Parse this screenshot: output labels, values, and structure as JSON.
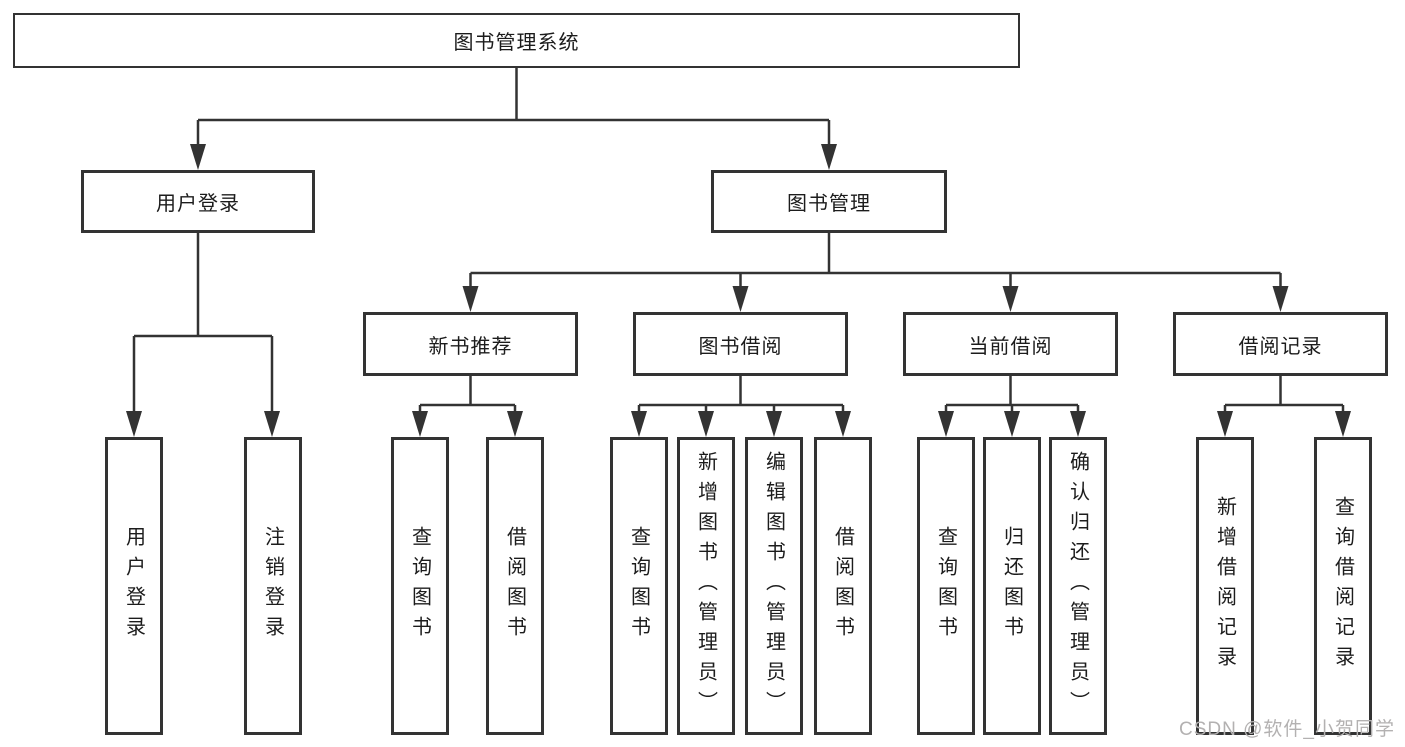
{
  "tree": {
    "root": {
      "label": "图书管理系统",
      "children": [
        {
          "label": "用户登录",
          "children": [
            {
              "label": "用户登录"
            },
            {
              "label": "注销登录"
            }
          ]
        },
        {
          "label": "图书管理",
          "children": [
            {
              "label": "新书推荐",
              "children": [
                {
                  "label": "查询图书"
                },
                {
                  "label": "借阅图书"
                }
              ]
            },
            {
              "label": "图书借阅",
              "children": [
                {
                  "label": "查询图书"
                },
                {
                  "label": "新增图书（管理员）"
                },
                {
                  "label": "编辑图书（管理员）"
                },
                {
                  "label": "借阅图书"
                }
              ]
            },
            {
              "label": "当前借阅",
              "children": [
                {
                  "label": "查询图书"
                },
                {
                  "label": "归还图书"
                },
                {
                  "label": "确认归还（管理员）"
                }
              ]
            },
            {
              "label": "借阅记录",
              "children": [
                {
                  "label": "新增借阅记录"
                },
                {
                  "label": "查询借阅记录"
                }
              ]
            }
          ]
        }
      ]
    }
  },
  "watermark": {
    "text": "CSDN @软件_小贺同学"
  },
  "colors": {
    "line": "#333333",
    "box_border": "#333333",
    "box_background": "#ffffff",
    "text": "#1c1c1c",
    "watermark_text": "#b3b1b1",
    "page_background": "#ffffff"
  }
}
